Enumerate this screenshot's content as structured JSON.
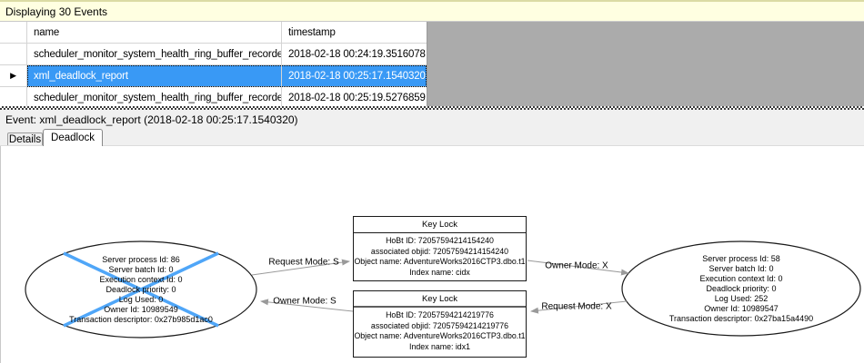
{
  "events_header": {
    "title": "Displaying 30 Events"
  },
  "events_grid": {
    "columns": [
      {
        "label": "name"
      },
      {
        "label": "timestamp"
      }
    ],
    "rows": [
      {
        "name": "scheduler_monitor_system_health_ring_buffer_recorded",
        "timestamp": "2018-02-18 00:24:19.3516078",
        "selected": false
      },
      {
        "name": "xml_deadlock_report",
        "timestamp": "2018-02-18 00:25:17.1540320",
        "selected": true
      },
      {
        "name": "scheduler_monitor_system_health_ring_buffer_recorded",
        "timestamp": "2018-02-18 00:25:19.5276859",
        "selected": false
      }
    ],
    "row_selector_icon": "▶"
  },
  "event_bar": {
    "text": "Event: xml_deadlock_report (2018-02-18 00:25:17.1540320)"
  },
  "tabs": [
    {
      "label": "Details"
    },
    {
      "label": "Deadlock"
    }
  ],
  "active_tab": "Deadlock",
  "deadlock_graph": {
    "processes": [
      {
        "role": "victim",
        "lines": [
          "Server process Id: 86",
          "Server batch Id: 0",
          "Execution context Id: 0",
          "Deadlock priority: 0",
          "Log Used: 0",
          "Owner Id: 10989549",
          "Transaction descriptor: 0x27b985d1ac0"
        ]
      },
      {
        "role": "owner",
        "lines": [
          "Server process Id: 58",
          "Server batch Id: 0",
          "Execution context Id: 0",
          "Deadlock priority: 0",
          "Log Used: 252",
          "Owner Id: 10989547",
          "Transaction descriptor: 0x27ba15a4490"
        ]
      }
    ],
    "resources": [
      {
        "title": "Key Lock",
        "lines": [
          "HoBt ID: 72057594214154240",
          "associated objid: 72057594214154240",
          "Object name: AdventureWorks2016CTP3.dbo.t1",
          "Index name: cidx"
        ]
      },
      {
        "title": "Key Lock",
        "lines": [
          "HoBt ID: 72057594214219776",
          "associated objid: 72057594214219776",
          "Object name: AdventureWorks2016CTP3.dbo.t1",
          "Index name: idx1"
        ]
      }
    ],
    "edges": [
      {
        "label": "Request Mode: S"
      },
      {
        "label": "Owner Mode: S"
      },
      {
        "label": "Owner Mode: X"
      },
      {
        "label": "Request Mode: X"
      }
    ]
  },
  "colors": {
    "events_header_bg": "#FFFFE1",
    "grid_empty_bg": "#ABABAB",
    "selection_blue": "#3999F5",
    "victim_cross_blue": "#4FA6F8",
    "edge_gray": "#9A9A9A"
  }
}
